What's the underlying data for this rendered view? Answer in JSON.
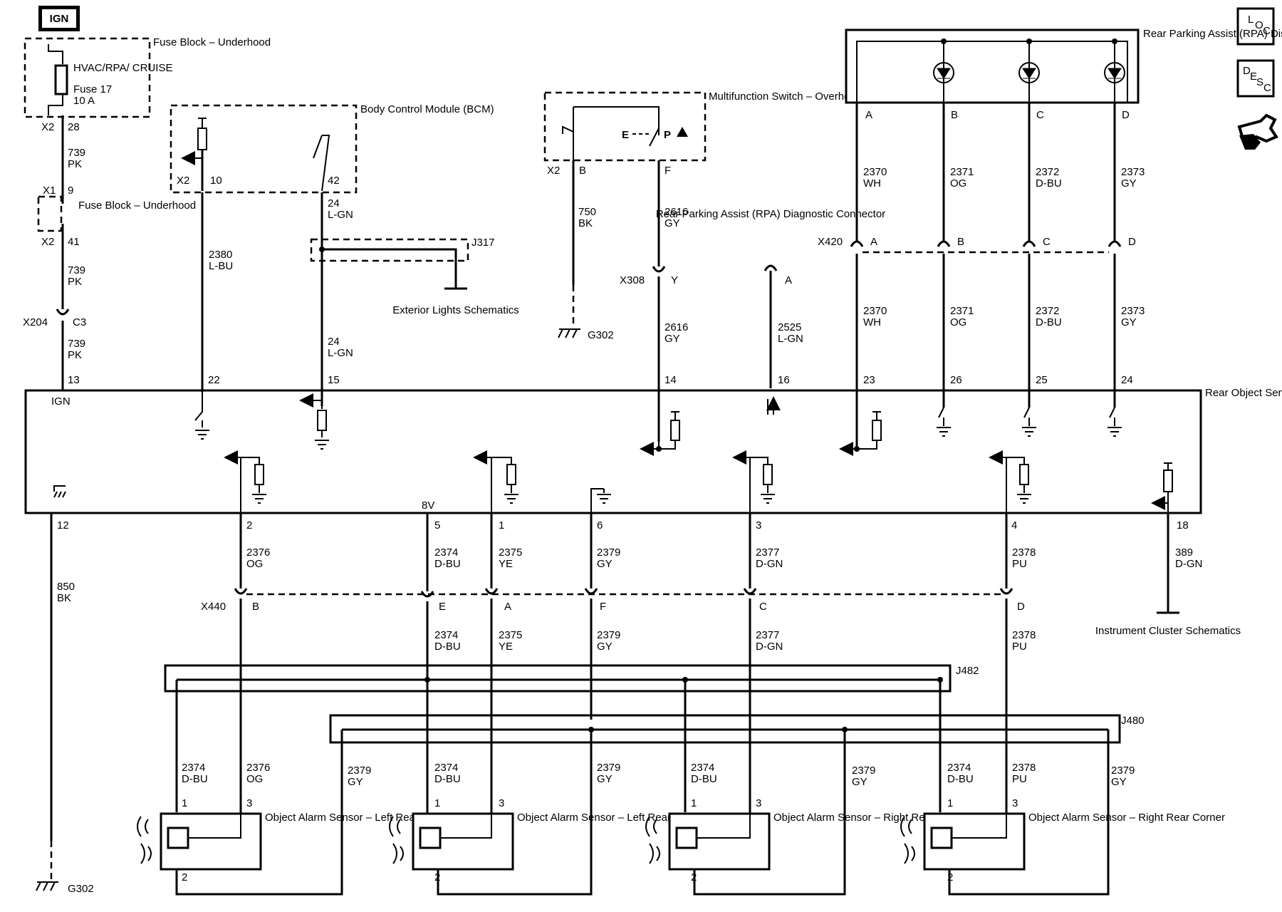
{
  "header": {
    "ign_tag": "IGN",
    "loc_badge": "LOC",
    "desc_badge": "DESC",
    "tools_icon": "wrench-hand-icon"
  },
  "fuse_block": {
    "label": "Fuse Block – Underhood",
    "fuse_name": "HVAC/RPA/ CRUISE",
    "fuse_num": "Fuse 17",
    "fuse_amp": "10 A",
    "c_top": "X2",
    "p_top": "28",
    "c_mid": "X1",
    "p_mid": "9",
    "c_bot": "X2",
    "p_bot": "41",
    "label2": "Fuse Block – Underhood"
  },
  "ign_wire": {
    "c1": "739",
    "col1": "PK",
    "c2": "739",
    "col2": "PK",
    "c3": "739",
    "col3": "PK",
    "conn": "X204",
    "pin": "C3"
  },
  "bcm": {
    "label": "Body Control Module (BCM)",
    "conn": "X2",
    "pin1": "10",
    "pin2": "42"
  },
  "bcm_wires": {
    "a_circ": "2380",
    "a_col": "L-BU",
    "b_circ": "24",
    "b_col": "L-GN",
    "c_circ": "24",
    "c_col": "L-GN"
  },
  "j317": {
    "label": "J317",
    "ref": "Exterior Lights Schematics"
  },
  "mfs": {
    "label": "Multifunction Switch – Overhead Console",
    "conn": "X2",
    "pin1": "B",
    "pin2": "F",
    "e_glyph": "E",
    "p_glyph": "P"
  },
  "mfs_wires": {
    "gnd_circ": "750",
    "gnd_col": "BK",
    "gnd": "G302",
    "c1": "2616",
    "col1": "GY",
    "conn": "X308",
    "pin": "Y",
    "c2": "2616",
    "col2": "GY"
  },
  "diag": {
    "label": "Rear Parking Assist (RPA) Diagnostic Connector",
    "pin": "A",
    "circ": "2525",
    "col": "L-GN"
  },
  "rpa_display": {
    "label": "Rear Parking Assist (RPA) Display",
    "pins": [
      "A",
      "B",
      "C",
      "D"
    ]
  },
  "x420": {
    "conn": "X420",
    "pins": [
      "A",
      "B",
      "C",
      "D"
    ]
  },
  "rpa_wires": {
    "circs": [
      "2370",
      "2371",
      "2372",
      "2373"
    ],
    "cols": [
      "WH",
      "OG",
      "D-BU",
      "GY"
    ]
  },
  "module": {
    "label": "Rear Object Sensor Control Module",
    "ign": "IGN",
    "v8": "8V",
    "top_pins": [
      "13",
      "22",
      "15",
      "14",
      "16",
      "23",
      "26",
      "25",
      "24"
    ],
    "bot_pins": [
      "12",
      "2",
      "5",
      "1",
      "6",
      "3",
      "4",
      "18"
    ]
  },
  "bot_wires": {
    "gnd_circ": "850",
    "gnd_col": "BK",
    "gnd": "G302",
    "circs": [
      "2376",
      "2374",
      "2375",
      "2379",
      "2377",
      "2378",
      "389"
    ],
    "cols": [
      "OG",
      "D-BU",
      "YE",
      "GY",
      "D-GN",
      "PU",
      "D-GN"
    ]
  },
  "x440": {
    "conn": "X440",
    "pins": [
      "B",
      "E",
      "A",
      "F",
      "C",
      "D"
    ],
    "circs": [
      "2374",
      "2375",
      "2379",
      "2377",
      "2378"
    ],
    "cols": [
      "D-BU",
      "YE",
      "GY",
      "D-GN",
      "PU"
    ]
  },
  "cluster": {
    "ref": "Instrument Cluster Schematics"
  },
  "splices": {
    "j482": "J482",
    "j480": "J480"
  },
  "sensors": [
    {
      "label": "Object Alarm Sensor – Left Rear Middle",
      "pin1": "1",
      "pin3": "3",
      "pin2": "2",
      "c1": "2374",
      "col1": "D-BU",
      "c3": "2376",
      "col3": "OG",
      "c2": "2379",
      "col2": "GY"
    },
    {
      "label": "Object Alarm Sensor – Left Rear Corner",
      "pin1": "1",
      "pin3": "3",
      "pin2": "2",
      "c1": "2374",
      "col1": "D-BU",
      "c3": "",
      "col3": "",
      "c2": "2379",
      "col2": "GY"
    },
    {
      "label": "Object Alarm Sensor – Right Rear Middle",
      "pin1": "1",
      "pin3": "3",
      "pin2": "2",
      "c1": "2374",
      "col1": "D-BU",
      "c3": "",
      "col3": "",
      "c2": "2379",
      "col2": "GY"
    },
    {
      "label": "Object Alarm Sensor – Right Rear Corner",
      "pin1": "1",
      "pin3": "3",
      "pin2": "2",
      "c1": "2374",
      "col1": "D-BU",
      "c3": "2378",
      "col3": "PU",
      "c2": "2379",
      "col2": "GY"
    }
  ]
}
